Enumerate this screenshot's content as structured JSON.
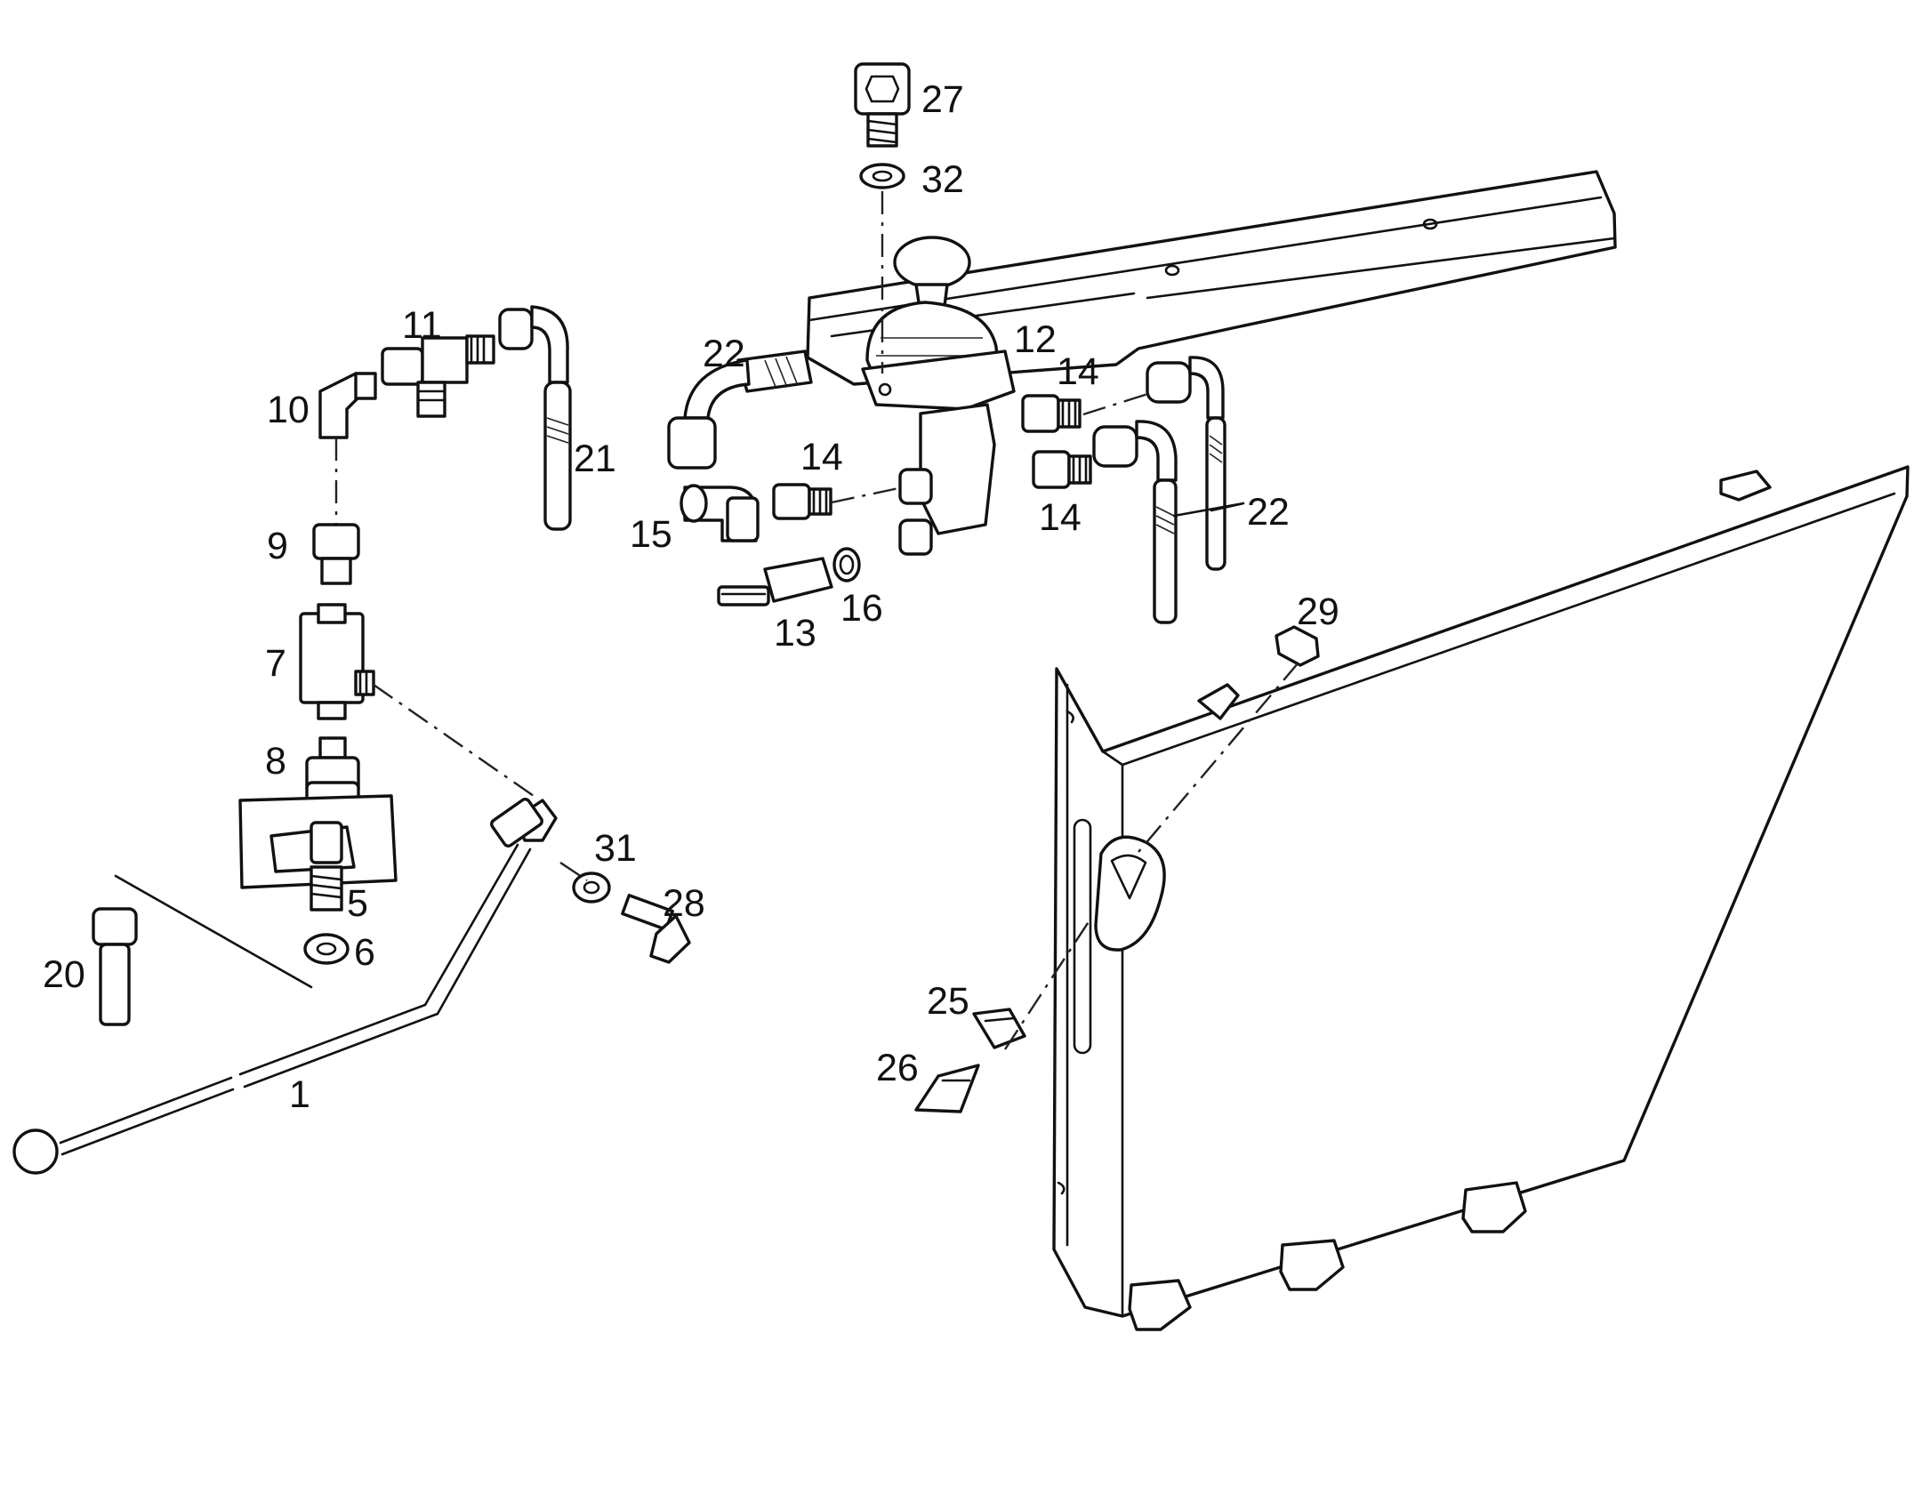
{
  "diagram": {
    "callouts": {
      "p1": "1",
      "p5": "5",
      "p6": "6",
      "p7": "7",
      "p8": "8",
      "p9": "9",
      "p10": "10",
      "p11": "11",
      "p12": "12",
      "p13": "13",
      "p14a": "14",
      "p14b": "14",
      "p14c": "14",
      "p15": "15",
      "p16": "16",
      "p20": "20",
      "p21": "21",
      "p22a": "22",
      "p22b": "22",
      "p25": "25",
      "p26": "26",
      "p27": "27",
      "p28": "28",
      "p29": "29",
      "p31": "31",
      "p32": "32"
    },
    "colors": {
      "ink": "#111111",
      "paper": "#ffffff"
    }
  }
}
